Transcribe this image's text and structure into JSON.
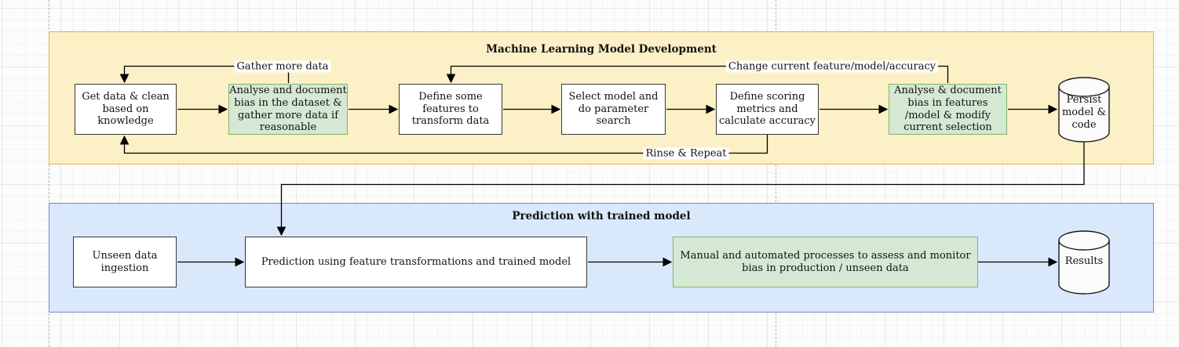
{
  "diagram": {
    "sections": {
      "ml": {
        "title": "Machine Learning Model Development"
      },
      "prediction": {
        "title": "Prediction with trained model"
      }
    },
    "nodes": {
      "get_data": {
        "text": "Get data & clean\nbased on\nknowledge"
      },
      "analyse_dataset": {
        "text": "Analyse and document\nbias in the dataset &\ngather more data if\nreasonable"
      },
      "define_features": {
        "text": "Define some\nfeatures to\ntransform data"
      },
      "select_model": {
        "text": "Select model and\ndo parameter\nsearch"
      },
      "define_scoring": {
        "text": "Define scoring\nmetrics and\ncalculate accuracy"
      },
      "analyse_features": {
        "text": "Analyse & document\nbias in features\n/model & modify\ncurrent selection"
      },
      "persist_model": {
        "text": "Persist\nmodel &\ncode"
      },
      "unseen_data": {
        "text": "Unseen data\ningestion"
      },
      "prediction": {
        "text": "Prediction using feature transformations and trained model"
      },
      "monitor_bias": {
        "text": "Manual and automated processes to assess and monitor\nbias in production / unseen data"
      },
      "results": {
        "text": "Results"
      }
    },
    "edge_labels": {
      "gather": "Gather more data",
      "change": "Change current feature/model/accuracy",
      "rinse": "Rinse & Repeat"
    },
    "colors": {
      "ml_section_fill": "#fcf0c6",
      "ml_section_border": "#d6b656",
      "prediction_section_fill": "#dae8fc",
      "prediction_section_border": "#6c8ebf",
      "highlight_fill": "#d5e8d4",
      "highlight_border": "#82b366",
      "process_fill": "#ffffff",
      "process_border": "#383838",
      "connector": "#000000",
      "grid_line": "#f3f3f3",
      "page_divider": "#b5b5b5"
    }
  }
}
